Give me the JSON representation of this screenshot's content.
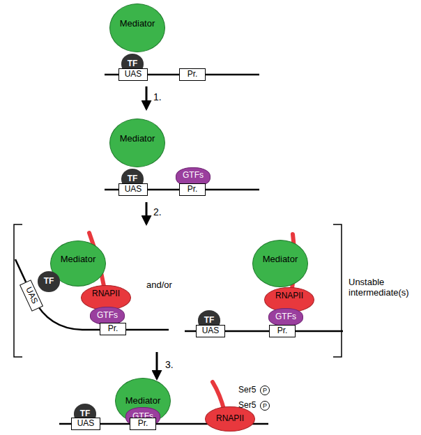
{
  "diagram": {
    "nodes": [
      {
        "text": [
          "Mediator"
        ]
      },
      {
        "text": [
          "TF"
        ]
      },
      {
        "text": [
          "UAS"
        ]
      },
      {
        "text": [
          "Pr."
        ]
      },
      {
        "text": [
          "Mediator"
        ]
      },
      {
        "text": [
          "TF"
        ]
      },
      {
        "text": [
          "UAS"
        ]
      },
      {
        "text": [
          "GTFs"
        ]
      },
      {
        "text": [
          "Pr."
        ]
      },
      {
        "text": [
          "Mediator"
        ]
      },
      {
        "text": [
          "TF"
        ]
      },
      {
        "text": [
          "UAS"
        ]
      },
      {
        "text": [
          "RNAPII"
        ]
      },
      {
        "text": [
          "GTFs"
        ]
      },
      {
        "text": [
          "Pr."
        ]
      },
      {
        "text": [
          "Mediator"
        ]
      },
      {
        "text": [
          "RNAPII"
        ]
      },
      {
        "text": [
          "GTFs"
        ]
      },
      {
        "text": [
          "TF"
        ]
      },
      {
        "text": [
          "UAS"
        ]
      },
      {
        "text": [
          "Pr."
        ]
      },
      {
        "text": [
          "Mediator"
        ]
      },
      {
        "text": [
          "TF"
        ]
      },
      {
        "text": [
          "UAS"
        ]
      },
      {
        "text": [
          "GTFs"
        ]
      },
      {
        "text": [
          "Pr."
        ]
      },
      {
        "text": [
          "RNAPII"
        ]
      }
    ],
    "labels": [
      "1.",
      "2.",
      "and/or",
      "Unstable intermediate(s)",
      "3.",
      "Ser5",
      "P",
      "Ser5",
      "P"
    ]
  }
}
